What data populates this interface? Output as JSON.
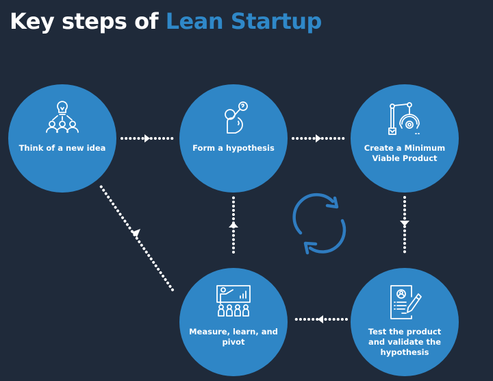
{
  "title": {
    "prefix": "Key steps of ",
    "highlight": "Lean Startup"
  },
  "colors": {
    "background": "#1f2a3a",
    "circle": "#2f86c6",
    "accent": "#2f88c8",
    "connector": "#ffffff"
  },
  "steps": [
    {
      "label": "Think of a new idea",
      "icon": "lightbulb-team-icon"
    },
    {
      "label": "Form a hypothesis",
      "icon": "thinking-person-icon"
    },
    {
      "label": "Create a Minimum Viable Product",
      "icon": "robotic-arm-icon"
    },
    {
      "label": "Measure, learn, and pivot",
      "icon": "presentation-icon"
    },
    {
      "label": "Test the product and validate the hypothesis",
      "icon": "document-pencil-icon"
    }
  ],
  "center_icon": "cycle-arrows-icon"
}
